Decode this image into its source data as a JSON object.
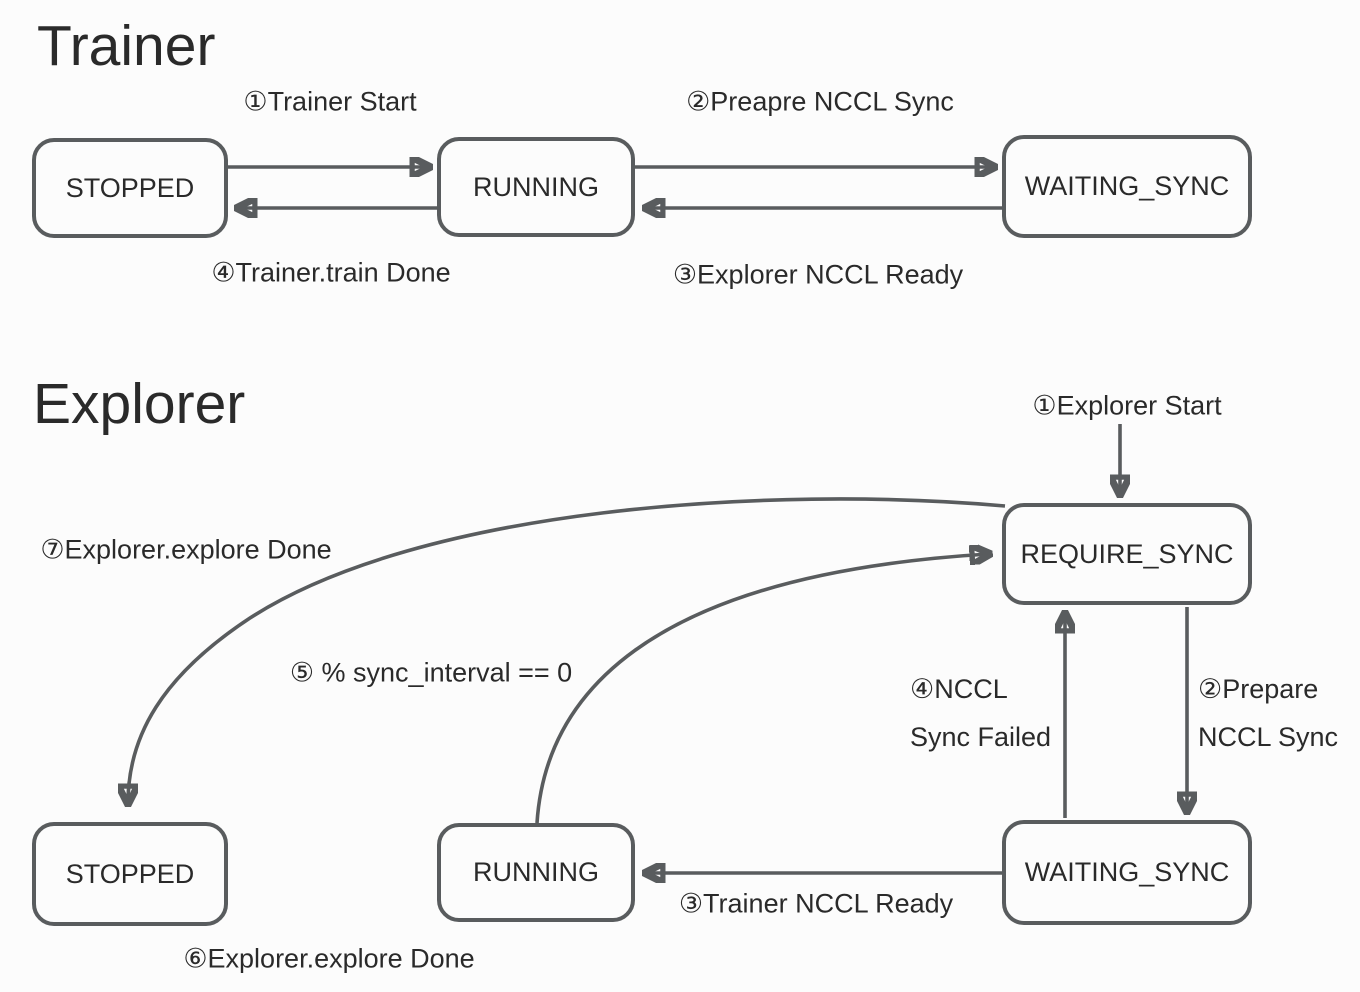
{
  "trainer": {
    "title": "Trainer",
    "states": {
      "stopped": "STOPPED",
      "running": "RUNNING",
      "waiting_sync": "WAITING_SYNC"
    },
    "transitions": {
      "t1_start": "①Trainer Start",
      "t2_prepare_nccl_sync": "②Preapre NCCL Sync",
      "t3_explorer_nccl_ready": "③Explorer NCCL Ready",
      "t4_train_done": "④Trainer.train Done"
    }
  },
  "explorer": {
    "title": "Explorer",
    "states": {
      "require_sync": "REQUIRE_SYNC",
      "waiting_sync": "WAITING_SYNC",
      "running": "RUNNING",
      "stopped": "STOPPED"
    },
    "transitions": {
      "e1_start": "①Explorer Start",
      "e2_prepare_line1": "②Prepare",
      "e2_prepare_line2": "NCCL Sync",
      "e3_trainer_nccl_ready": "③Trainer NCCL Ready",
      "e4_nccl_failed_line1": "④NCCL",
      "e4_nccl_failed_line2": "Sync Failed",
      "e5_sync_interval": "⑤ % sync_interval == 0",
      "e6_explore_done": "⑥Explorer.explore Done",
      "e7_explore_done": "⑦Explorer.explore Done"
    }
  },
  "colors": {
    "line": "#595c5e",
    "text": "#2a2a2a",
    "background": "#fcfcfc"
  }
}
